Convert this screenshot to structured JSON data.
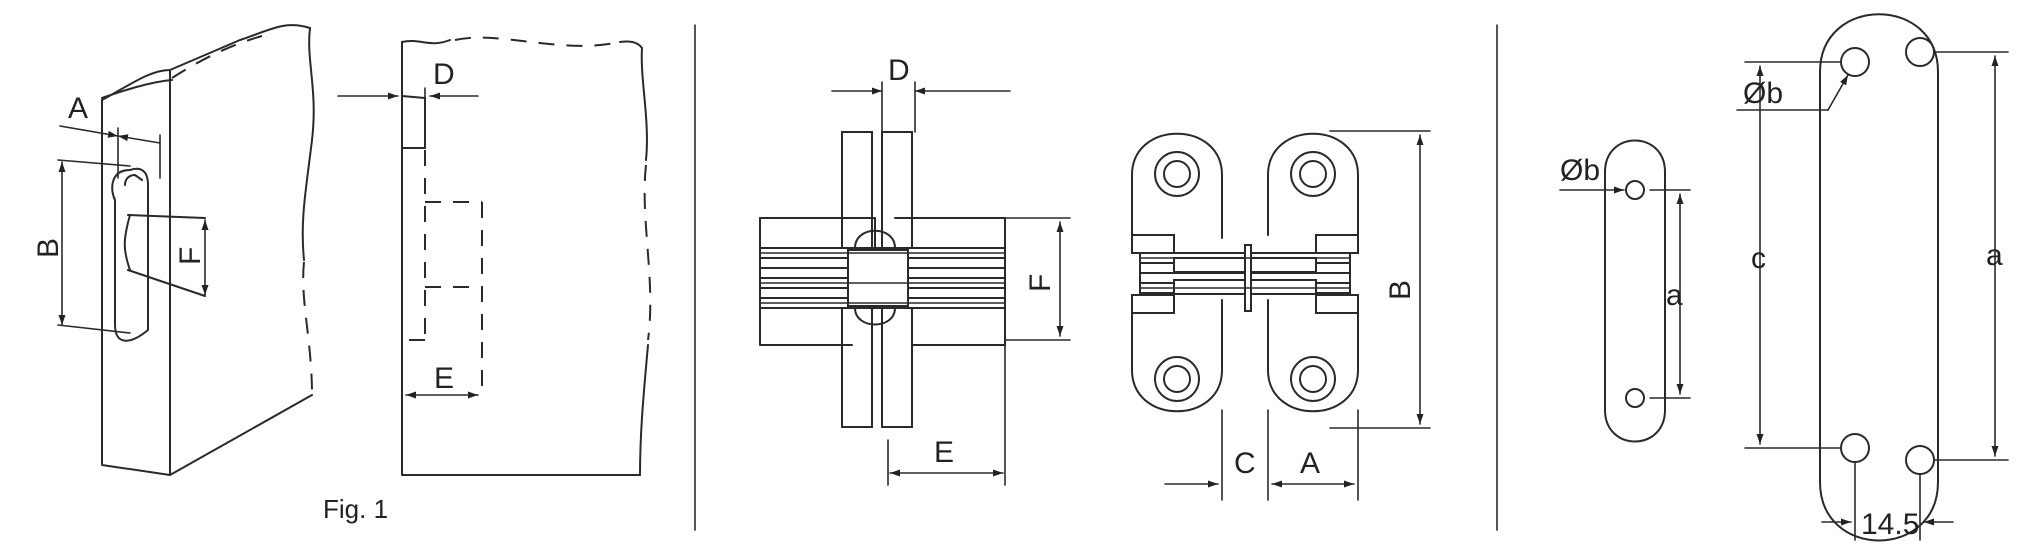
{
  "fig1": {
    "label_A": "A",
    "label_B": "B",
    "label_F": "F",
    "label_D": "D",
    "label_E": "E",
    "caption": "Fig. 1"
  },
  "hinge": {
    "label_D": "D",
    "label_F": "F",
    "label_E": "E",
    "label_B": "B",
    "label_C": "C",
    "label_A": "A"
  },
  "plates": {
    "small_b": "Øb",
    "small_a": "a",
    "large_b": "Øb",
    "large_c": "c",
    "large_a": "a",
    "large_width": "14.5"
  }
}
